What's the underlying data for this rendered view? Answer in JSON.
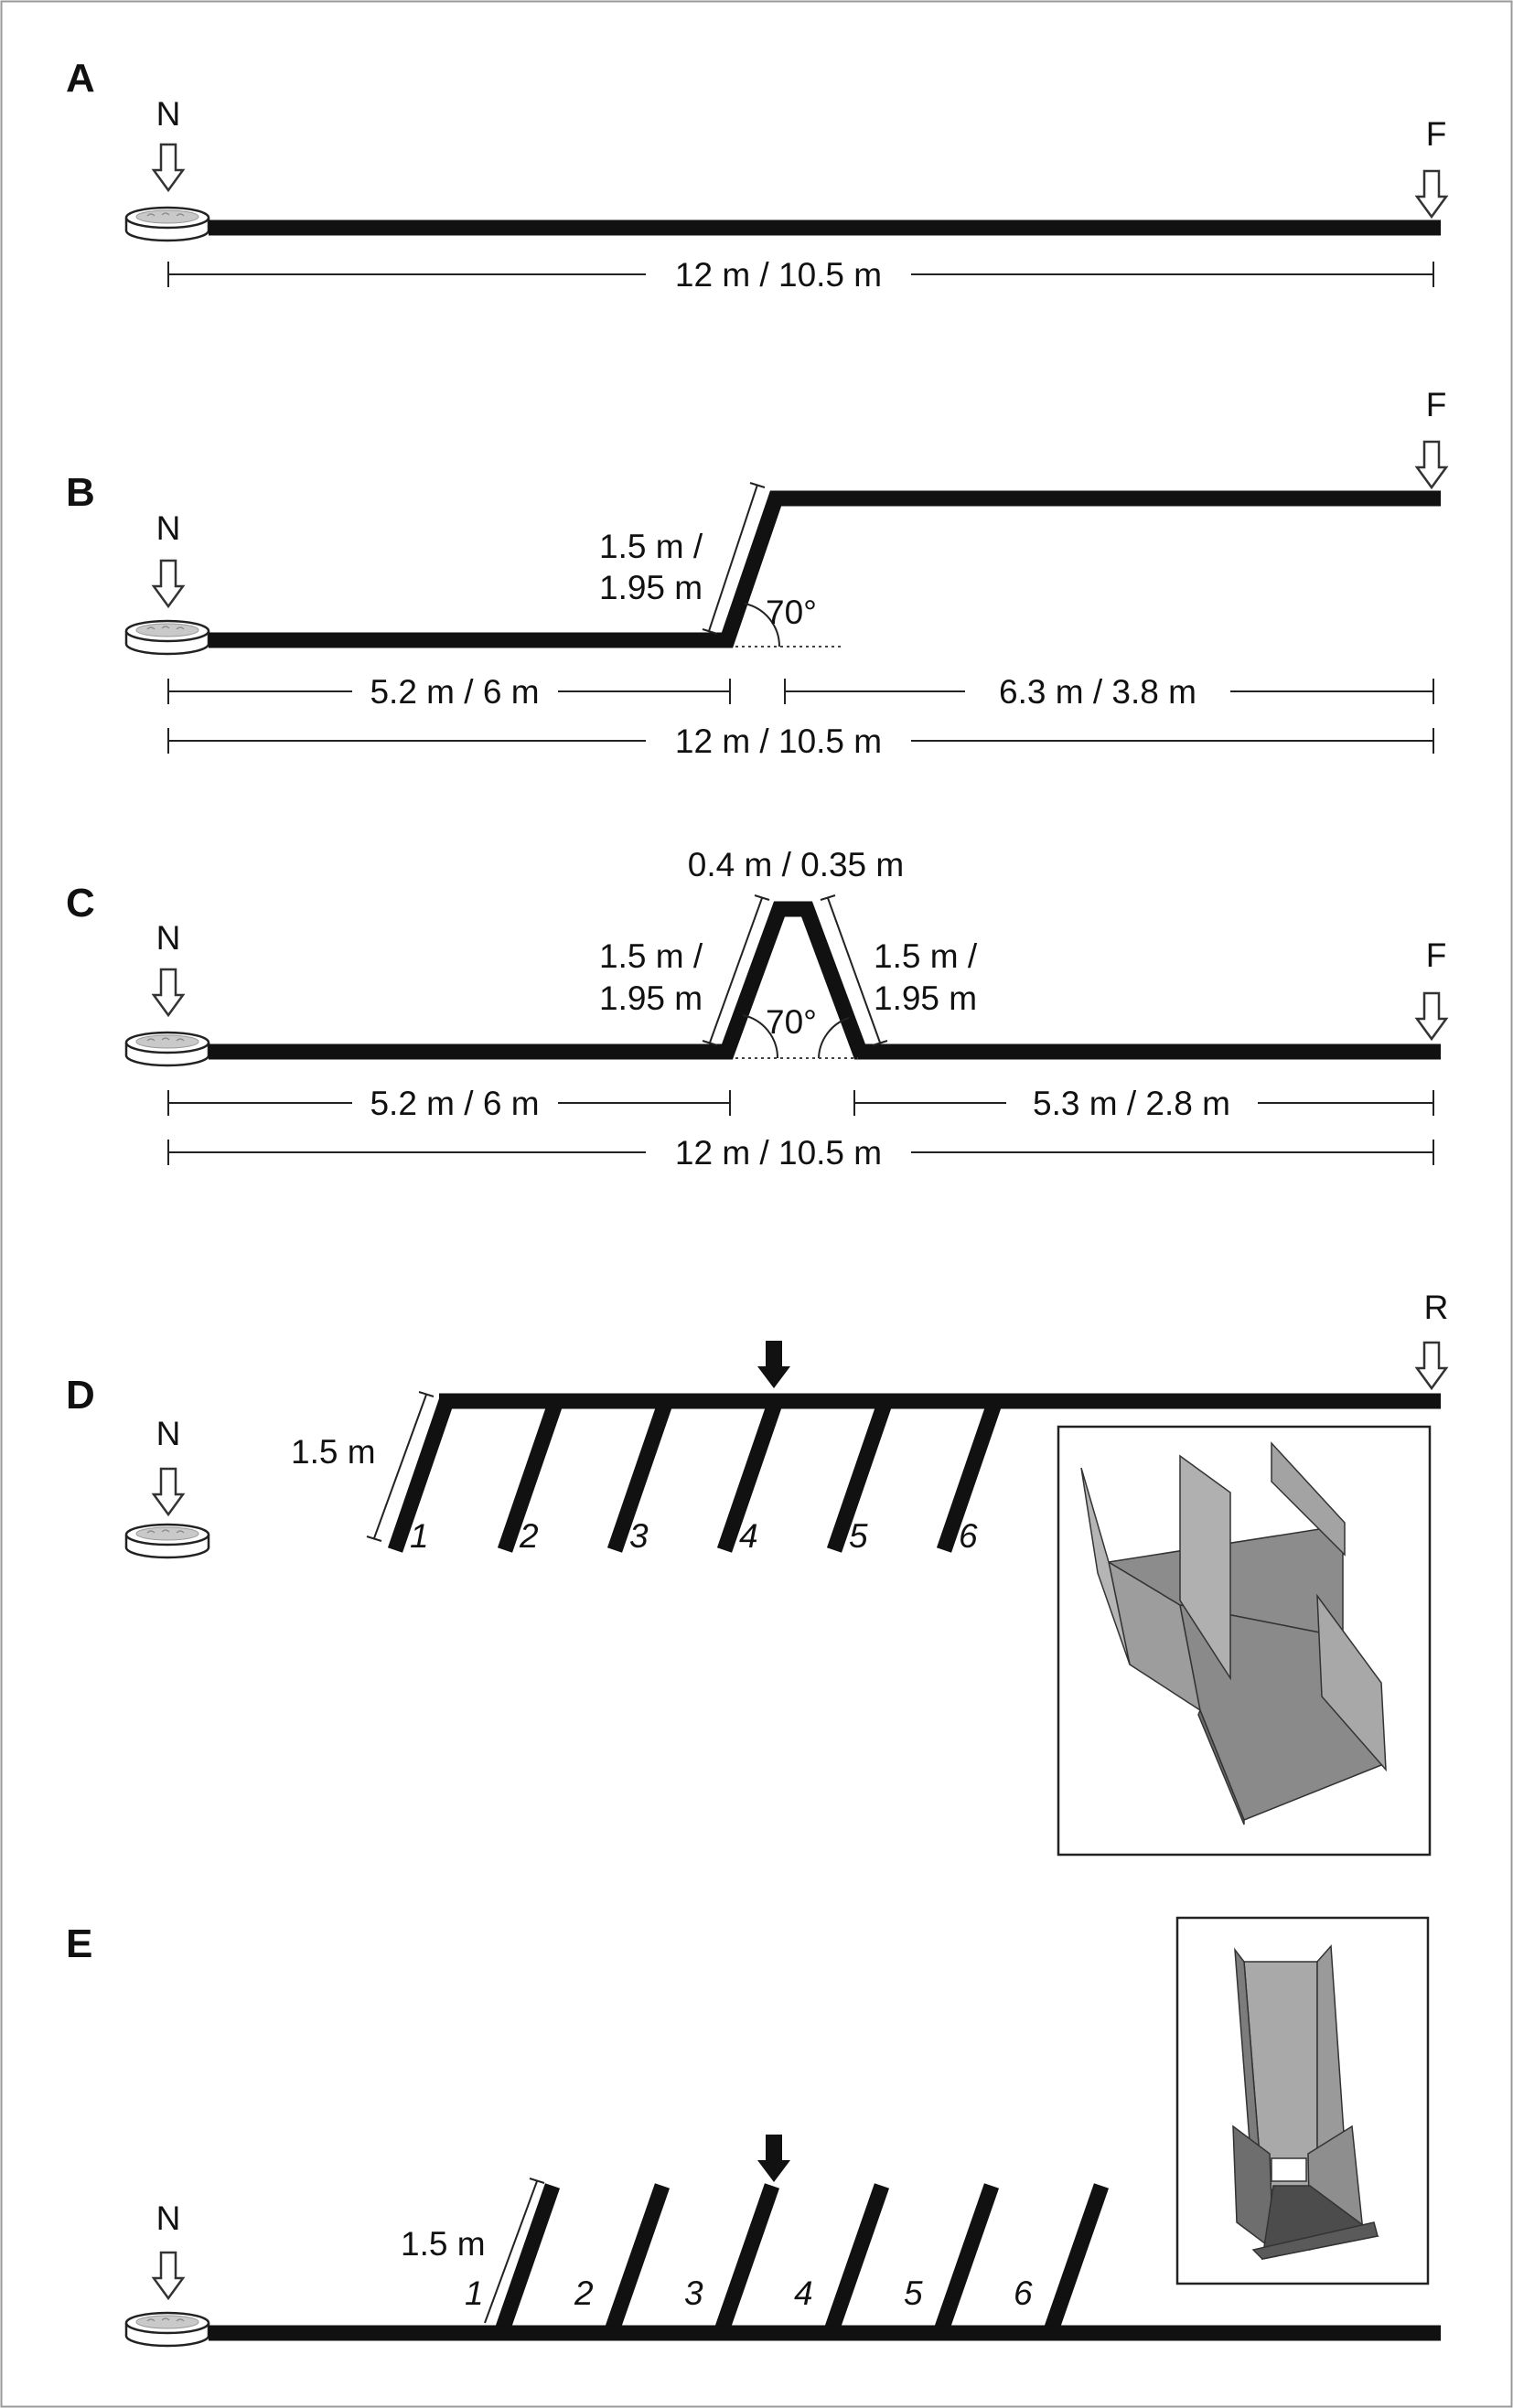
{
  "panels": {
    "A": {
      "label": "A",
      "nest_marker": "N",
      "end_marker": "F",
      "total_length": "12 m / 10.5 m"
    },
    "B": {
      "label": "B",
      "nest_marker": "N",
      "end_marker": "F",
      "ramp_length": [
        "1.5 m /",
        "1.95 m"
      ],
      "angle": "70°",
      "before_ramp": "5.2 m / 6 m",
      "after_ramp": "6.3 m / 3.8 m",
      "total_length": "12 m / 10.5 m"
    },
    "C": {
      "label": "C",
      "nest_marker": "N",
      "end_marker": "F",
      "top_width": "0.4 m / 0.35 m",
      "left_ramp": [
        "1.5 m /",
        "1.95 m"
      ],
      "right_ramp": [
        "1.5 m /",
        "1.95 m"
      ],
      "angle": "70°",
      "before_ramp": "5.2 m / 6 m",
      "after_ramp": "5.3 m / 2.8 m",
      "total_length": "12 m / 10.5 m"
    },
    "D": {
      "label": "D",
      "nest_marker": "N",
      "end_marker": "R",
      "branch_length": "1.5 m",
      "branch_numbers": [
        "1",
        "2",
        "3",
        "4",
        "5",
        "6"
      ]
    },
    "E": {
      "label": "E",
      "nest_marker": "N",
      "branch_length": "1.5 m",
      "branch_numbers": [
        "1",
        "2",
        "3",
        "4",
        "5",
        "6"
      ]
    }
  },
  "colors": {
    "track": "#111111",
    "frame": "#999999",
    "arrow_outline": "#333333",
    "panel_face_light": "#aaaaaa",
    "panel_face_mid": "#8c8c8c",
    "panel_face_dark": "#5a5a5a"
  }
}
